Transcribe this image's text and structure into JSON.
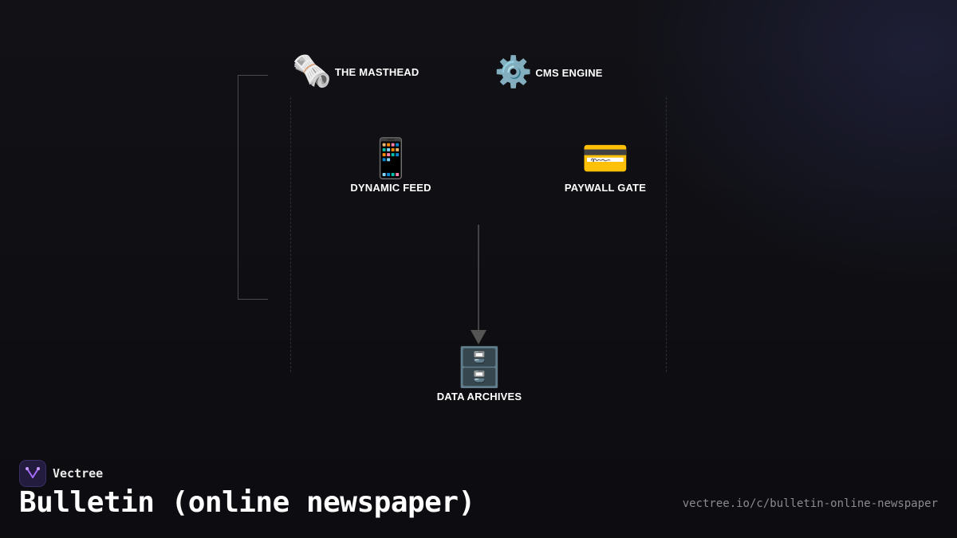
{
  "diagram": {
    "nodes": [
      {
        "id": "masthead",
        "label": "THE MASTHEAD",
        "icon": "newspaper-icon",
        "emoji": "🗞️"
      },
      {
        "id": "cms",
        "label": "CMS ENGINE",
        "icon": "gear-icon",
        "emoji": "⚙️"
      },
      {
        "id": "feed",
        "label": "DYNAMIC FEED",
        "icon": "mobile-phone-icon",
        "emoji": "📱"
      },
      {
        "id": "paywall",
        "label": "PAYWALL GATE",
        "icon": "credit-card-icon",
        "emoji": "💳"
      },
      {
        "id": "archives",
        "label": "DATA ARCHIVES",
        "icon": "file-cabinet-icon",
        "emoji": "🗄️"
      }
    ],
    "edges": [
      {
        "to": "archives",
        "style": "solid-arrow",
        "direction": "down"
      }
    ],
    "colors": {
      "background": "#111116",
      "connector": "#4a4a52",
      "arrow": "#555555",
      "brand_accent": "#a66bff"
    }
  },
  "footer": {
    "brand_name": "Vectree",
    "brand_icon": "vectree-logo-icon",
    "title": "Bulletin (online newspaper)",
    "url": "vectree.io/c/bulletin-online-newspaper"
  }
}
